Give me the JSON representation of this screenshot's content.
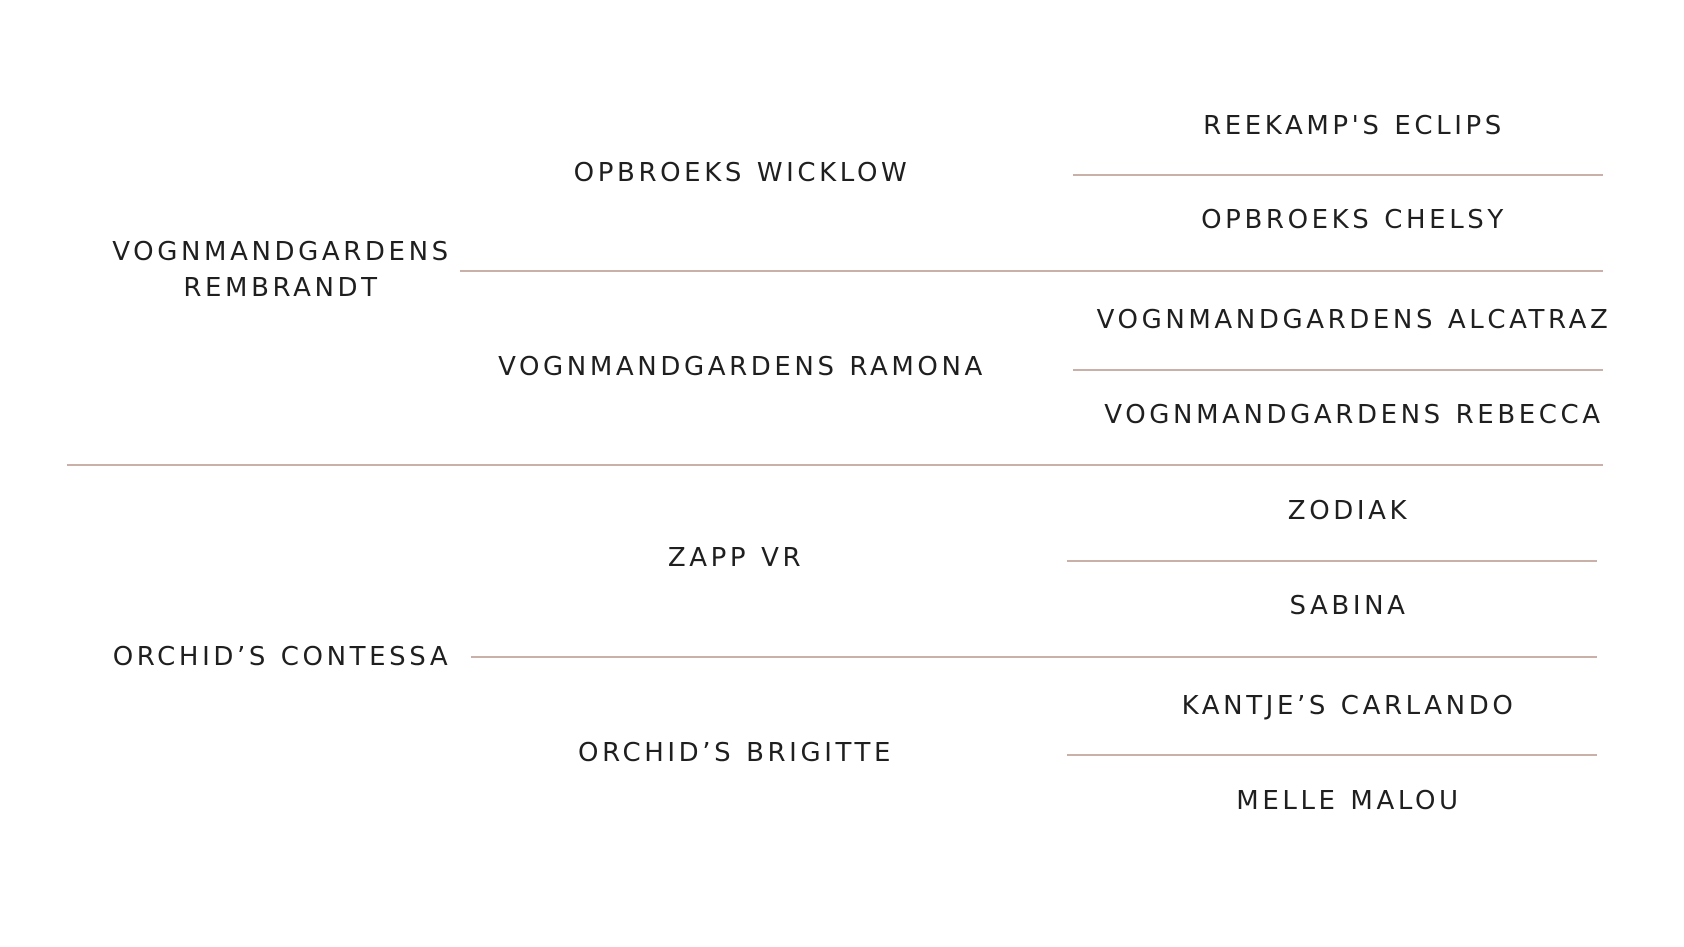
{
  "accent_line_color": "#c9b1aa",
  "text_color": "#1f1f1f",
  "pedigree": {
    "sire": {
      "name": "VOGNMANDGARDENS REMBRANDT",
      "sire": {
        "name": "OPBROEKS WICKLOW",
        "sire": "REEKAMP'S ECLIPS",
        "dam": "OPBROEKS CHELSY"
      },
      "dam": {
        "name": "VOGNMANDGARDENS RAMONA",
        "sire": "VOGNMANDGARDENS ALCATRAZ",
        "dam": "VOGNMANDGARDENS REBECCA"
      }
    },
    "dam": {
      "name": "ORCHID’S CONTESSA",
      "sire": {
        "name": "ZAPP VR",
        "sire": "ZODIAK",
        "dam": "SABINA"
      },
      "dam": {
        "name": "ORCHID’S BRIGITTE",
        "sire": "KANTJE’S CARLANDO",
        "dam": "MELLE MALOU"
      }
    }
  }
}
